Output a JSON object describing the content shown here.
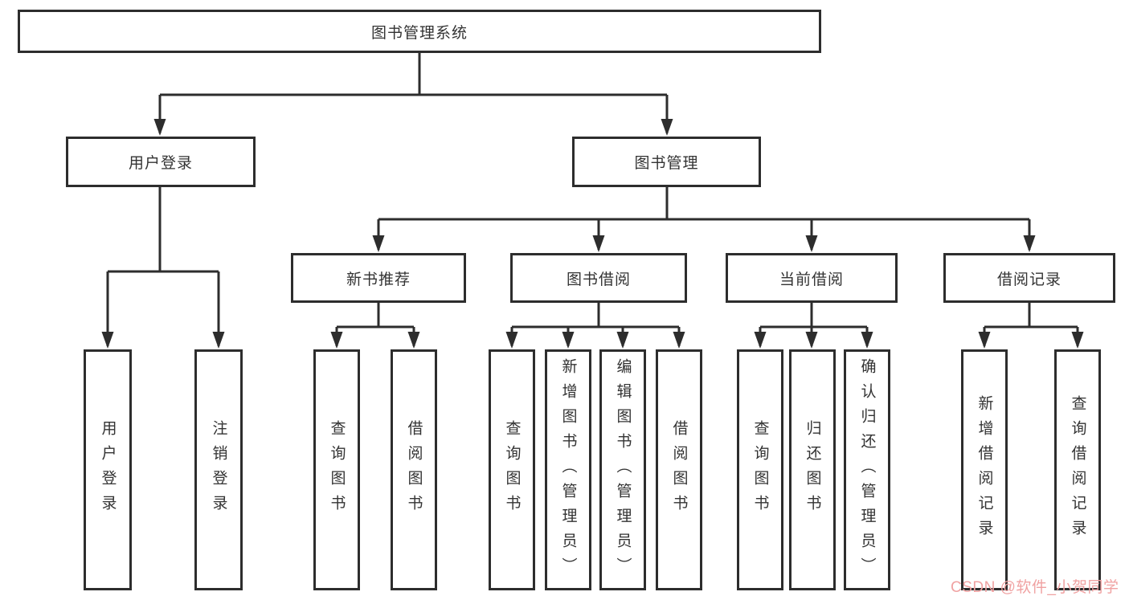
{
  "colors": {
    "line": "#2d2d2d",
    "box_border": "#2d2d2d",
    "text": "#333333",
    "watermark": "#f0a2a2",
    "background": "#ffffff"
  },
  "tree": {
    "root": "图书管理系统",
    "branches": [
      {
        "label": "用户登录",
        "children": [
          {
            "label": "用户登录"
          },
          {
            "label": "注销登录"
          }
        ]
      },
      {
        "label": "图书管理",
        "children": [
          {
            "label": "新书推荐",
            "children": [
              {
                "label": "查询图书"
              },
              {
                "label": "借阅图书"
              }
            ]
          },
          {
            "label": "图书借阅",
            "children": [
              {
                "label": "查询图书"
              },
              {
                "label": "新增图书（管理员）"
              },
              {
                "label": "编辑图书（管理员）"
              },
              {
                "label": "借阅图书"
              }
            ]
          },
          {
            "label": "当前借阅",
            "children": [
              {
                "label": "查询图书"
              },
              {
                "label": "归还图书"
              },
              {
                "label": "确认归还（管理员）"
              }
            ]
          },
          {
            "label": "借阅记录",
            "children": [
              {
                "label": "新增借阅记录"
              },
              {
                "label": "查询借阅记录"
              }
            ]
          }
        ]
      }
    ]
  },
  "watermark": {
    "text": "CSDN @软件_小贺同学"
  }
}
